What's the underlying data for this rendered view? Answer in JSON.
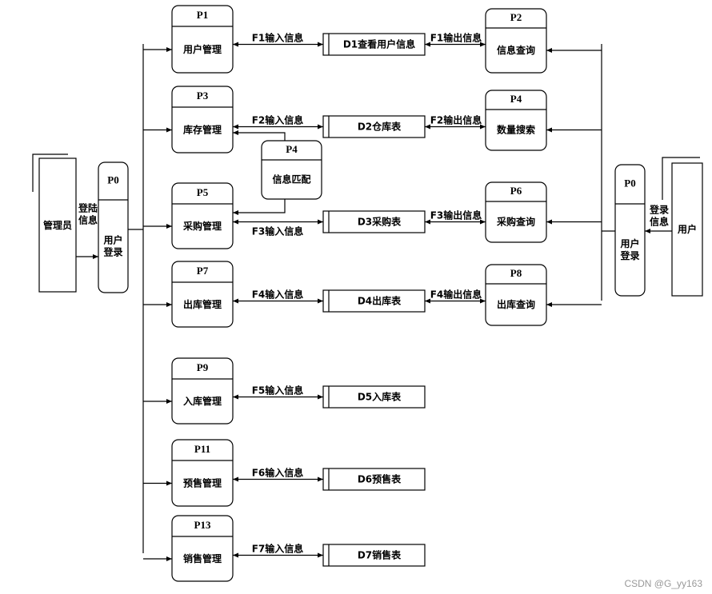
{
  "entities": {
    "admin": "管理员",
    "user": "用户"
  },
  "login_processes": {
    "left": {
      "id": "P0",
      "name": "用户\n登录",
      "flow": "登陆\n信息"
    },
    "right": {
      "id": "P0",
      "name": "用户\n登录",
      "flow": "登录\n信息"
    }
  },
  "left_processes": [
    {
      "id": "P1",
      "name": "用户管理",
      "flow": "F1输入信息",
      "store": "D1查看用户信息"
    },
    {
      "id": "P3",
      "name": "库存管理",
      "flow": "F2输入信息",
      "store": "D2仓库表"
    },
    {
      "id": "P5",
      "name": "采购管理",
      "flow": "F3输入信息",
      "store": "D3采购表"
    },
    {
      "id": "P7",
      "name": "出库管理",
      "flow": "F4输入信息",
      "store": "D4出库表"
    },
    {
      "id": "P9",
      "name": "入库管理",
      "flow": "F5输入信息",
      "store": "D5入库表"
    },
    {
      "id": "P11",
      "name": "预售管理",
      "flow": "F6输入信息",
      "store": "D6预售表"
    },
    {
      "id": "P13",
      "name": "销售管理",
      "flow": "F7输入信息",
      "store": "D7销售表"
    }
  ],
  "right_processes": [
    {
      "id": "P2",
      "name": "信息查询",
      "flow": "F1输出信息"
    },
    {
      "id": "P4",
      "name": "数量搜索",
      "flow": "F2输出信息"
    },
    {
      "id": "P6",
      "name": "采购查询",
      "flow": "F3输出信息"
    },
    {
      "id": "P8",
      "name": "出库查询",
      "flow": "F4输出信息"
    }
  ],
  "middle_process": {
    "id": "P4",
    "name": "信息匹配"
  },
  "watermark": "CSDN @G_yy163"
}
